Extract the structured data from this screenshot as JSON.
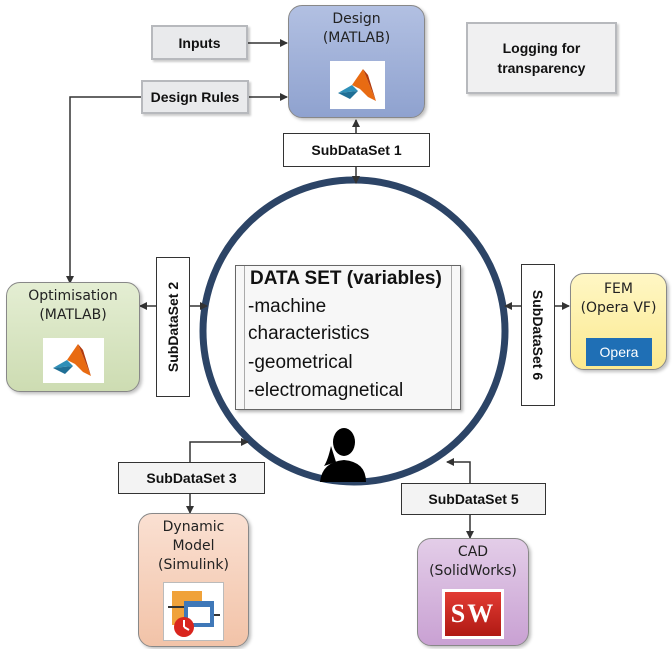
{
  "design": {
    "title": "Design",
    "subtitle": "(MATLAB)"
  },
  "inputs": {
    "label": "Inputs"
  },
  "design_rules": {
    "label": "Design Rules"
  },
  "logging": {
    "line1": "Logging for",
    "line2": "transparency"
  },
  "subsets": {
    "s1": "SubDataSet 1",
    "s2": "SubDataSet 2",
    "s3": "SubDataSet 3",
    "s5": "SubDataSet 5",
    "s6": "SubDataSet 6"
  },
  "dataset": {
    "title": "DATA SET (variables)",
    "lines": [
      "-machine",
      "characteristics",
      "-geometrical",
      "-electromagnetical"
    ]
  },
  "optimisation": {
    "title": "Optimisation",
    "subtitle": "(MATLAB)"
  },
  "fem": {
    "title": "FEM",
    "subtitle": "(Opera VF)",
    "logo_text": "Opera"
  },
  "dynamic": {
    "title": "Dynamic",
    "line2": "Model",
    "line3": "(Simulink)"
  },
  "cad": {
    "title": "CAD",
    "subtitle": "(SolidWorks)",
    "logo_text": "SW"
  },
  "icons": {
    "matlab": "matlab-logo-icon",
    "simulink": "simulink-logo-icon",
    "solidworks": "solidworks-logo-icon",
    "opera": "opera-logo-icon",
    "user": "user-silhouette-icon"
  },
  "colors": {
    "design_fill": "#9fb0d6",
    "optimisation_fill": "#d9e6c4",
    "fem_fill": "#fff3b0",
    "dynamic_fill": "#f6d2be",
    "cad_fill": "#d6b8dd",
    "circle_stroke": "#223a5e",
    "opera_blue": "#1f6fb5"
  }
}
